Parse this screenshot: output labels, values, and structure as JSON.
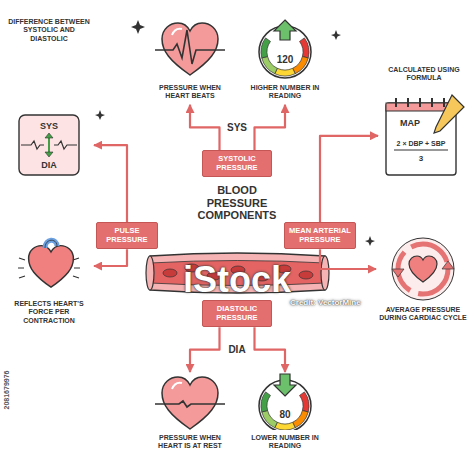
{
  "diagram": {
    "title": "BLOOD PRESSURE COMPONENTS",
    "nodes": [
      {
        "text": [
          "SYSTOLIC PRESSURE"
        ]
      },
      {
        "text": [
          "PULSE PRESSURE"
        ]
      },
      {
        "text": [
          "MEAN ARTERIAL PRESSURE"
        ]
      },
      {
        "text": [
          "DIASTOLIC PRESSURE"
        ]
      },
      {
        "text": [
          "PRESSURE WHEN HEART BEATS"
        ]
      },
      {
        "text": [
          "120",
          "HIGHER NUMBER IN READING"
        ]
      },
      {
        "text": [
          "DIFFERENCE BETWEEN SYSTOLIC AND DIASTOLIC",
          "SYS",
          "DIA"
        ]
      },
      {
        "text": [
          "REFLECTS HEART'S FORCE PER CONTRACTION"
        ]
      },
      {
        "text": [
          "CALCULATED USING FORMULA",
          "MAP",
          "2 × DBP + SBP",
          "3"
        ]
      },
      {
        "text": [
          "AVERAGE PRESSURE DURING CARDIAC CYCLE"
        ]
      },
      {
        "text": [
          "PRESSURE WHEN HEART IS AT REST"
        ]
      },
      {
        "text": [
          "80",
          "LOWER NUMBER IN READING"
        ]
      }
    ],
    "edges": [
      {
        "from": 0,
        "to": 4,
        "arrow": "to"
      },
      {
        "from": 0,
        "to": 5,
        "arrow": "to"
      },
      {
        "from": 1,
        "to": 6,
        "arrow": "to"
      },
      {
        "from": 1,
        "to": 7,
        "arrow": "to"
      },
      {
        "from": 2,
        "to": 8,
        "arrow": "to"
      },
      {
        "from": 2,
        "to": 9,
        "arrow": "to"
      },
      {
        "from": 3,
        "to": 10,
        "arrow": "to"
      },
      {
        "from": 3,
        "to": 11,
        "arrow": "to"
      }
    ],
    "labels": [
      "SYS",
      "DIA",
      "iStock",
      "Credit: VectorMine",
      "2081679976"
    ]
  }
}
